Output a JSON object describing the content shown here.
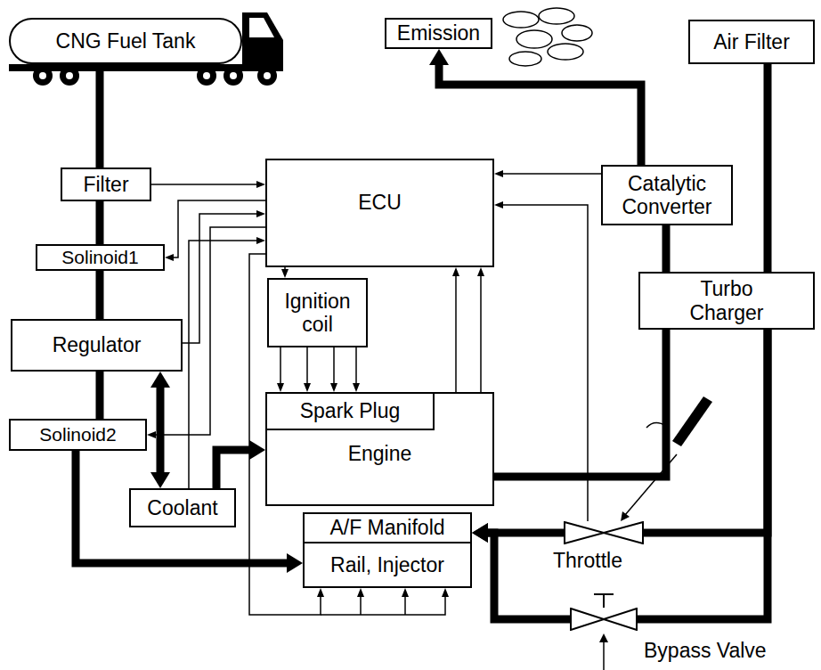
{
  "diagram": {
    "nodes": [
      {
        "text": [
          "CNG Fuel Tank"
        ]
      },
      {
        "text": [
          "Emission"
        ]
      },
      {
        "text": [
          "Air Filter"
        ]
      },
      {
        "text": [
          "Filter"
        ]
      },
      {
        "text": [
          "ECU"
        ]
      },
      {
        "text": [
          "Catalytic Converter"
        ]
      },
      {
        "text": [
          "Solinoid1"
        ]
      },
      {
        "text": [
          "Ignition coil"
        ]
      },
      {
        "text": [
          "Turbo Charger"
        ]
      },
      {
        "text": [
          "Regulator"
        ]
      },
      {
        "text": [
          "Engine"
        ]
      },
      {
        "text": [
          "Spark Plug"
        ],
        "in": 10
      },
      {
        "text": [
          "Solinoid2"
        ]
      },
      {
        "text": [
          "Coolant"
        ]
      },
      {
        "text": [
          "A/F Manifold"
        ]
      },
      {
        "text": [
          "Rail, Injector"
        ]
      },
      {
        "text": [
          "Throttle"
        ]
      },
      {
        "text": [
          "Bypass Valve"
        ]
      }
    ],
    "edges": [
      {
        "from": 0,
        "to": 3,
        "arrow": "none"
      },
      {
        "from": 3,
        "to": 6,
        "arrow": "none"
      },
      {
        "from": 6,
        "to": 9,
        "arrow": "none"
      },
      {
        "from": 9,
        "to": 12,
        "arrow": "none"
      },
      {
        "from": 12,
        "to": 15,
        "arrow": "to"
      },
      {
        "from": 9,
        "to": 13,
        "arrow": "both"
      },
      {
        "from": 13,
        "to": 10,
        "arrow": "to"
      },
      {
        "from": 2,
        "to": 8,
        "arrow": "none"
      },
      {
        "from": 8,
        "to": 16,
        "arrow": "none"
      },
      {
        "from": 8,
        "to": 17,
        "arrow": "none"
      },
      {
        "from": 16,
        "to": 14,
        "arrow": "to"
      },
      {
        "from": 17,
        "to": 14,
        "arrow": "to"
      },
      {
        "from": 10,
        "to": 8,
        "arrow": "none"
      },
      {
        "from": 8,
        "to": 5,
        "arrow": "none"
      },
      {
        "from": 5,
        "to": 1,
        "arrow": "to"
      },
      {
        "from": 3,
        "to": 4,
        "arrow": "to"
      },
      {
        "from": 4,
        "to": 6,
        "arrow": "to"
      },
      {
        "from": 9,
        "to": 4,
        "arrow": "to"
      },
      {
        "from": 4,
        "to": 12,
        "arrow": "to"
      },
      {
        "from": 13,
        "to": 4,
        "arrow": "to"
      },
      {
        "from": 4,
        "to": 7,
        "arrow": "to"
      },
      {
        "from": 7,
        "to": 11,
        "arrow": "to"
      },
      {
        "from": 10,
        "to": 4,
        "arrow": "to"
      },
      {
        "from": 4,
        "to": 15,
        "arrow": "to"
      },
      {
        "from": 5,
        "to": 4,
        "arrow": "to"
      },
      {
        "from": 16,
        "to": 4,
        "arrow": "to"
      }
    ]
  }
}
